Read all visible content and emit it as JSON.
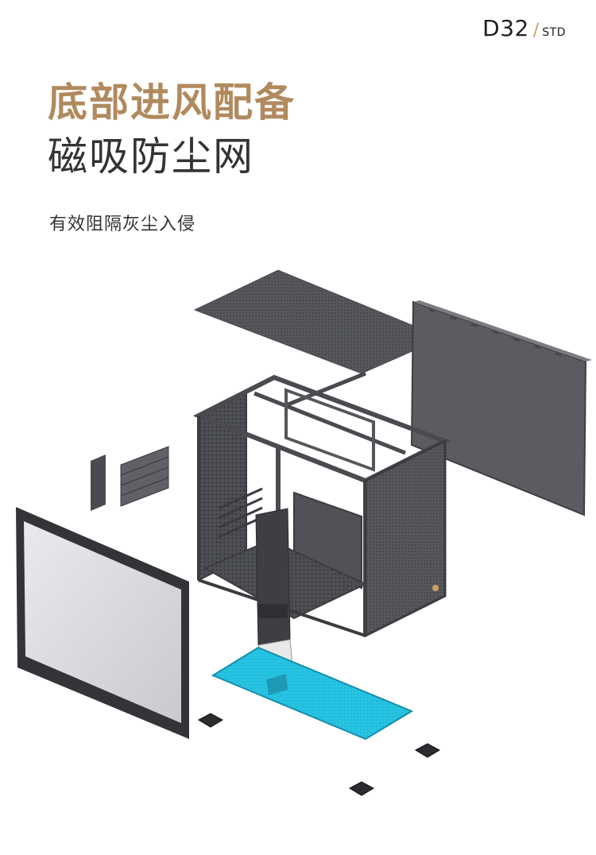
{
  "brand": {
    "model": "D32",
    "variant": "STD"
  },
  "headline": {
    "line1": "底部进风配备",
    "line2": "磁吸防尘网"
  },
  "subtitle": "有效阻隔灰尘入侵",
  "colors": {
    "accent": "#b08a5e",
    "filter": "#2ec8e6",
    "panel": "#5a5c62"
  },
  "illustration": {
    "subject": "exploded-view-case",
    "parts": [
      "top-mesh-panel",
      "side-panel",
      "tempered-glass-panel",
      "case-frame",
      "gpu-riser",
      "bottom-dust-filter",
      "pci-brackets",
      "rubber-feet"
    ]
  }
}
